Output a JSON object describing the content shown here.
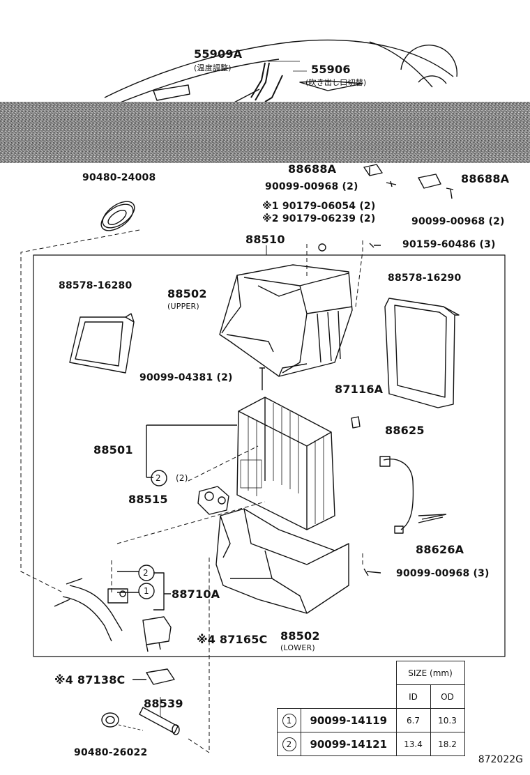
{
  "diagram": {
    "labels": {
      "p55909a": "55909A",
      "p55909a_sub": "(温度調整)",
      "p55906": "55906",
      "p55906_sub": "(吹き出し口切替)",
      "p88688a_left": "88688A",
      "p88688a_right": "88688A",
      "s90099_00968_2a": "90099-00968 (2)",
      "s90099_00968_2b": "90099-00968 (2)",
      "p90480_24008": "90480-24008",
      "s90179_06054": "※1 90179-06054 (2)",
      "s90179_06239": "※2 90179-06239 (2)",
      "p88510": "88510",
      "s90159_60486": "90159-60486 (3)",
      "p88578_16280": "88578-16280",
      "p88502_upper": "88502",
      "p88502_upper_sub": "(UPPER)",
      "p88578_16290": "88578-16290",
      "s90099_04381": "90099-04381 (2)",
      "p87116a": "87116A",
      "p88625": "88625",
      "p88501": "88501",
      "callout_2": "2",
      "callout_2_qty": "(2)",
      "p88515": "88515",
      "p88626a": "88626A",
      "s90099_00968_3": "90099-00968 (3)",
      "callout_2b": "2",
      "callout_1": "1",
      "p88710a": "88710A",
      "p87165c": "※4 87165C",
      "p88502_lower": "88502",
      "p88502_lower_sub": "(LOWER)",
      "p87138c": "※4 87138C",
      "p88539": "88539",
      "p90480_26022": "90480-26022",
      "diagram_code": "872022G"
    },
    "size_table": {
      "header": "SIZE (mm)",
      "col_id": "ID",
      "col_od": "OD",
      "rows": [
        {
          "ref": "1",
          "part": "90099-14119",
          "id": "6.7",
          "od": "10.3"
        },
        {
          "ref": "2",
          "part": "90099-14121",
          "id": "13.4",
          "od": "18.2"
        }
      ]
    }
  }
}
